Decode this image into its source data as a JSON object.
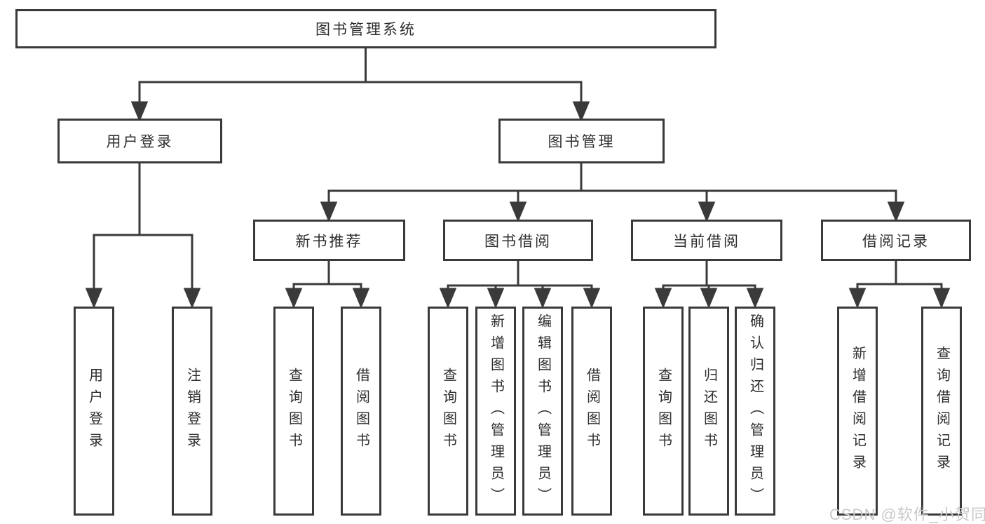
{
  "diagram_type": "hierarchy-tree",
  "colors": {
    "line": "#3a3a3a",
    "box_border": "#3a3a3a",
    "text": "#2e2e2e",
    "background": "#ffffff",
    "watermark_text": "#c9c9c9"
  },
  "tree": {
    "root": {
      "label": "图书管理系统",
      "children": [
        {
          "label": "用户登录",
          "children": [
            {
              "label": "用户登录"
            },
            {
              "label": "注销登录"
            }
          ]
        },
        {
          "label": "图书管理",
          "children": [
            {
              "label": "新书推荐",
              "children": [
                {
                  "label": "查询图书"
                },
                {
                  "label": "借阅图书"
                }
              ]
            },
            {
              "label": "图书借阅",
              "children": [
                {
                  "label": "查询图书"
                },
                {
                  "label": "新增图书（管理员）"
                },
                {
                  "label": "编辑图书（管理员）"
                },
                {
                  "label": "借阅图书"
                }
              ]
            },
            {
              "label": "当前借阅",
              "children": [
                {
                  "label": "查询图书"
                },
                {
                  "label": "归还图书"
                },
                {
                  "label": "确认归还（管理员）"
                }
              ]
            },
            {
              "label": "借阅记录",
              "children": [
                {
                  "label": "新增借阅记录"
                },
                {
                  "label": "查询借阅记录"
                }
              ]
            }
          ]
        }
      ]
    }
  },
  "watermark": {
    "text": "CSDN @软件_小贺同学"
  }
}
